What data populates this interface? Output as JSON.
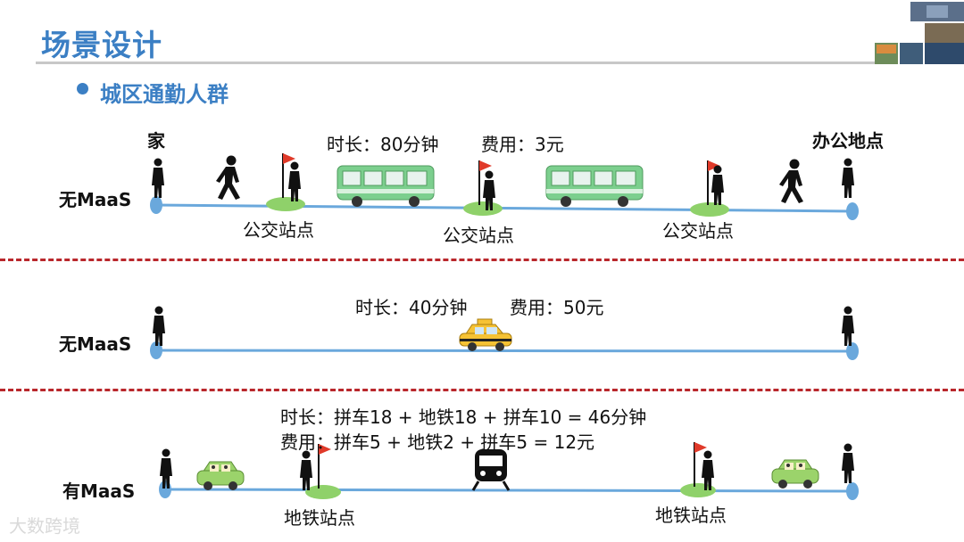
{
  "header": {
    "title": "场景设计",
    "bullet": "城区通勤人群"
  },
  "colors": {
    "accent": "#3b7fc4",
    "divider": "#b9272c",
    "line": "#6aa8dc",
    "bus": "#7ccf8e",
    "taxi": "#f6c234",
    "station": "#8fd16a",
    "flag": "#e03a2a"
  },
  "scenario1": {
    "mode": "无MaaS",
    "start": "家",
    "end": "办公地点",
    "duration": "时长：80分钟",
    "cost": "费用：3元",
    "stations": [
      "公交站点",
      "公交站点",
      "公交站点"
    ]
  },
  "scenario2": {
    "mode": "无MaaS",
    "duration": "时长：40分钟",
    "cost": "费用：50元"
  },
  "scenario3": {
    "mode": "有MaaS",
    "duration": "时长：拼车18 + 地铁18 + 拼车10 = 46分钟",
    "cost": "费用：拼车5 + 地铁2 + 拼车5 = 12元",
    "stations": [
      "地铁站点",
      "地铁站点"
    ]
  },
  "icons": [
    "person-icon",
    "walking-person-icon",
    "bus-icon",
    "taxi-icon",
    "car-icon",
    "metro-train-icon",
    "flag-icon"
  ],
  "watermark": "大数跨境"
}
